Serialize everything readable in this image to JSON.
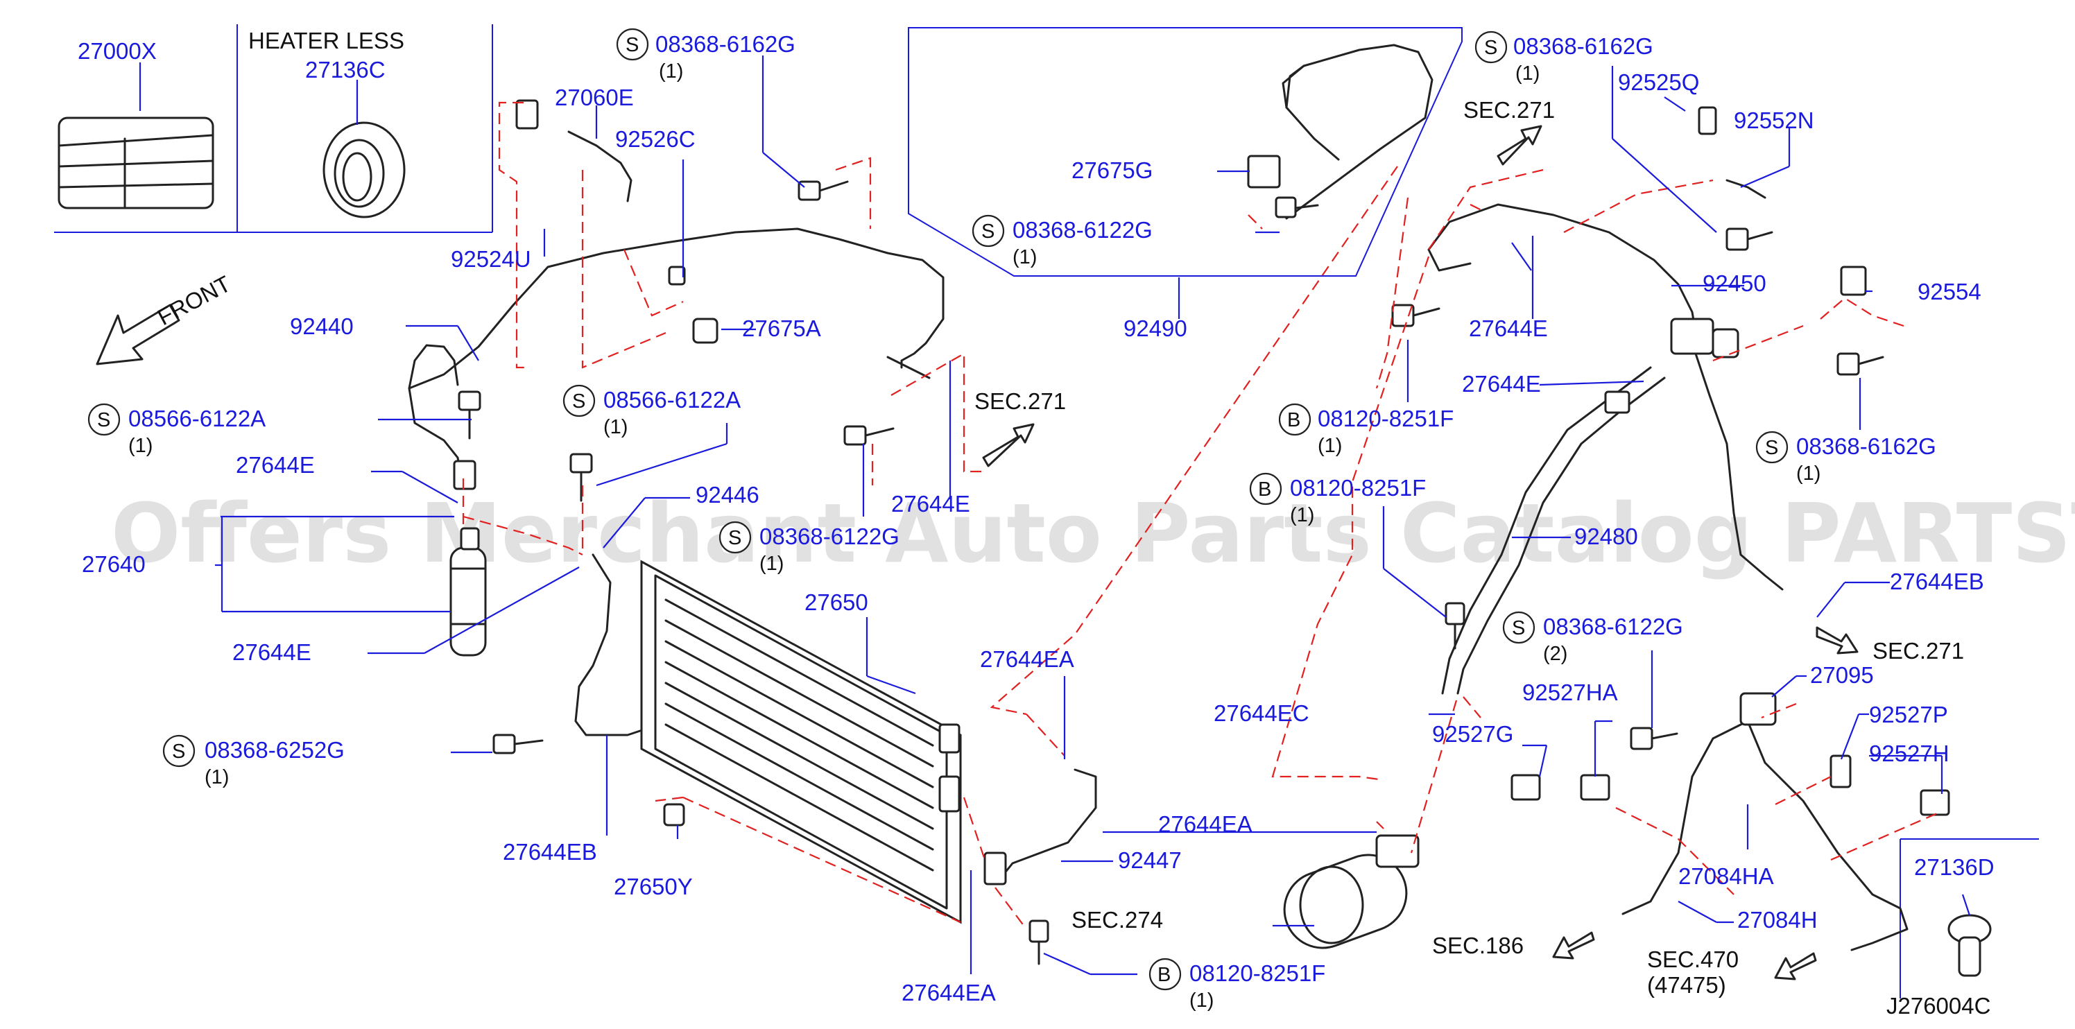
{
  "watermark": "Offers Merchant Auto Parts Catalog PARTSTORE.SA",
  "colors": {
    "label": "#1a1adc",
    "text": "#111111",
    "dashed_line": "#e22020",
    "line": "#222222"
  },
  "diagram_id": "J276004C",
  "header": {
    "heater_less": "HEATER LESS"
  },
  "front_label": "FRONT",
  "sections": {
    "sec271_a": "SEC.271",
    "sec271_b": "SEC.271",
    "sec271_c": "SEC.271",
    "sec274": "SEC.274",
    "sec186": "SEC.186",
    "sec470": "SEC.470",
    "sec470_sub": "(47475)"
  },
  "parts": {
    "p27000X": "27000X",
    "p27136C": "27136C",
    "p27060E": "27060E",
    "p92526C": "92526C",
    "p92524U": "92524U",
    "p92440": "92440",
    "p27675A": "27675A",
    "p27644E_1": "27644E",
    "p27640": "27640",
    "p27644E_2": "27644E",
    "p92446": "92446",
    "p27644E_3": "27644E",
    "p27650": "27650",
    "p27644EB_1": "27644EB",
    "p27650Y": "27650Y",
    "p27644EA_1": "27644EA",
    "p92447": "92447",
    "p27644EA_2": "27644EA",
    "p27644EA_3": "27644EA",
    "p27675G": "27675G",
    "p92490": "92490",
    "p27644E_4": "27644E",
    "p27644E_5": "27644E",
    "p92450": "92450",
    "p92525Q": "92525Q",
    "p92552N": "92552N",
    "p92554": "92554",
    "p92480": "92480",
    "p27644EB_2": "27644EB",
    "p27644EC": "27644EC",
    "p92527G": "92527G",
    "p92527HA": "92527HA",
    "p27095": "27095",
    "p92527P": "92527P",
    "p92527H": "92527H",
    "p27084HA": "27084HA",
    "p27084H": "27084H",
    "p27136D": "27136D"
  },
  "fasteners": {
    "s1": {
      "code": "08368-6162G",
      "qty": "(1)",
      "type": "S"
    },
    "s2": {
      "code": "08566-6122A",
      "qty": "(1)",
      "type": "S"
    },
    "s3": {
      "code": "08566-6122A",
      "qty": "(1)",
      "type": "S"
    },
    "s4": {
      "code": "08368-6122G",
      "qty": "(1)",
      "type": "S"
    },
    "s5": {
      "code": "08368-6252G",
      "qty": "(1)",
      "type": "S"
    },
    "s6": {
      "code": "08368-6122G",
      "qty": "(1)",
      "type": "S"
    },
    "s7": {
      "code": "08368-6162G",
      "qty": "(1)",
      "type": "S"
    },
    "s8": {
      "code": "08368-6162G",
      "qty": "(1)",
      "type": "S"
    },
    "s9": {
      "code": "08368-6122G",
      "qty": "(2)",
      "type": "S"
    },
    "b1": {
      "code": "08120-8251F",
      "qty": "(1)",
      "type": "B"
    },
    "b2": {
      "code": "08120-8251F",
      "qty": "(1)",
      "type": "B"
    },
    "b3": {
      "code": "08120-8251F",
      "qty": "(1)",
      "type": "B"
    }
  }
}
